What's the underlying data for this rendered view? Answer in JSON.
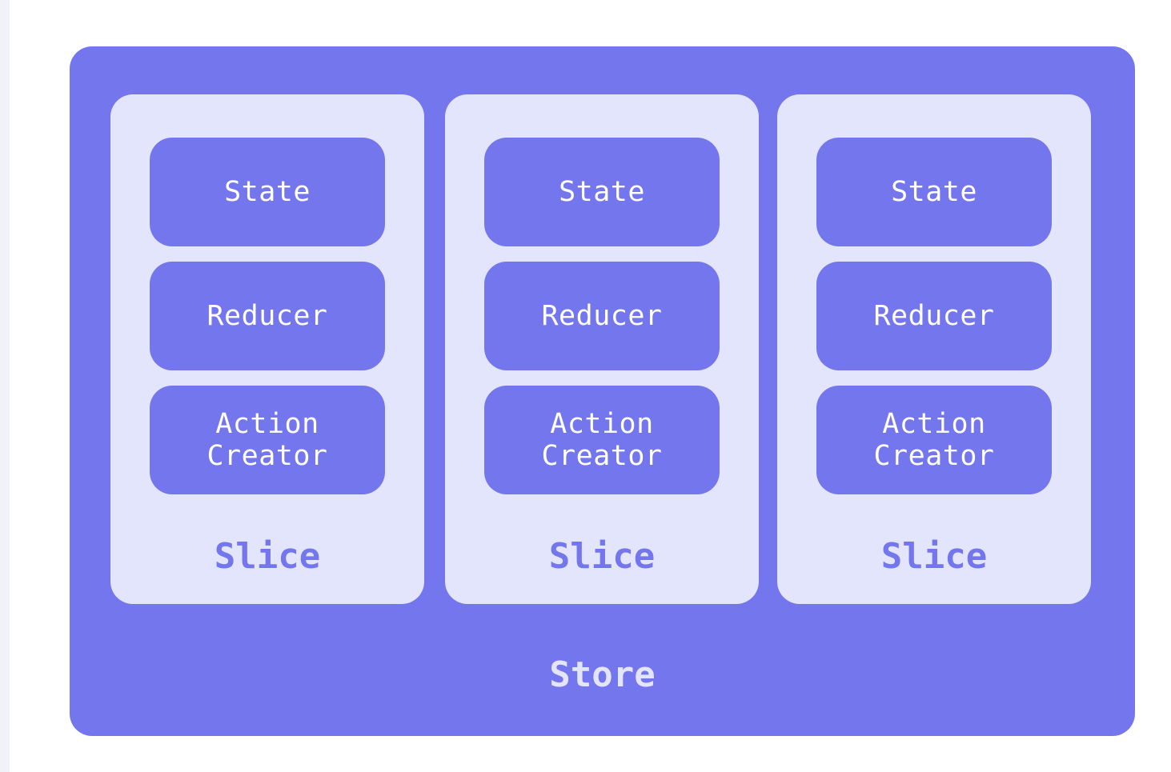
{
  "colors": {
    "store_fill": "#7476ee",
    "slice_fill": "#e3e5fc",
    "part_text": "#ffffff",
    "background": "#ffffff"
  },
  "store": {
    "label": "Store",
    "slices": [
      {
        "label": "Slice",
        "parts": {
          "state": "State",
          "reducer": "Reducer",
          "action_creator": "Action\nCreator"
        }
      },
      {
        "label": "Slice",
        "parts": {
          "state": "State",
          "reducer": "Reducer",
          "action_creator": "Action\nCreator"
        }
      },
      {
        "label": "Slice",
        "parts": {
          "state": "State",
          "reducer": "Reducer",
          "action_creator": "Action\nCreator"
        }
      }
    ]
  }
}
